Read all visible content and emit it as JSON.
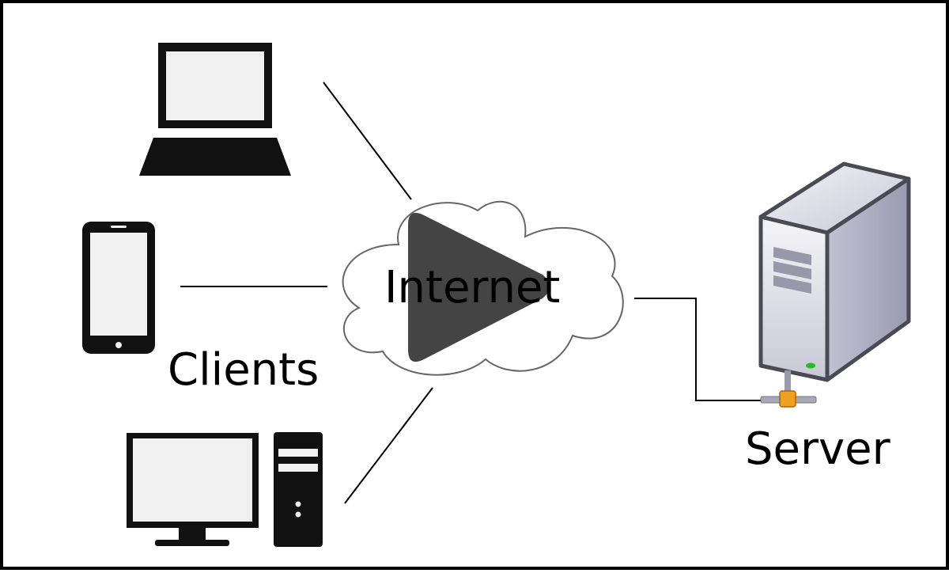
{
  "labels": {
    "clients": "Clients",
    "internet": "Internet",
    "server": "Server"
  },
  "icons": [
    "laptop-icon",
    "smartphone-icon",
    "desktop-computer-icon",
    "cloud-icon",
    "play-icon",
    "server-icon",
    "network-connector-icon"
  ],
  "colors": {
    "device_fill": "#111111",
    "screen_fill": "#f0f0f0",
    "cloud_stroke": "#666666",
    "play_overlay": "#444444",
    "server_light": "#e8e8ee",
    "connector_orange": "#f0a020"
  }
}
